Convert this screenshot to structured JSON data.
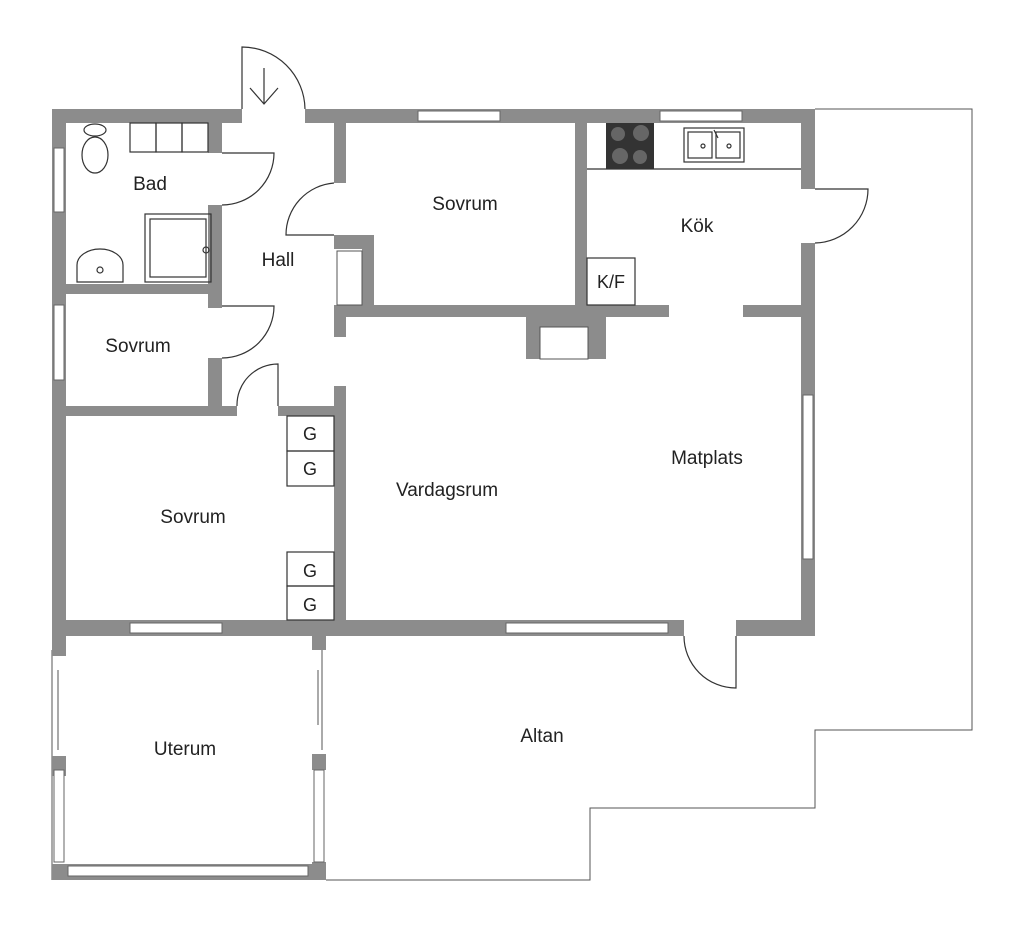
{
  "rooms": {
    "bad": "Bad",
    "hall": "Hall",
    "sovrum_top": "Sovrum",
    "kok": "Kök",
    "sovrum_left": "Sovrum",
    "sovrum_bottom": "Sovrum",
    "vardagsrum": "Vardagsrum",
    "matplats": "Matplats",
    "uterum": "Uterum",
    "altan": "Altan"
  },
  "fixtures": {
    "kf": "K/F",
    "closet_1": "G",
    "closet_2": "G",
    "closet_3": "G",
    "closet_4": "G"
  },
  "colors": {
    "wall": "#8c8c8c",
    "line": "#333333"
  }
}
